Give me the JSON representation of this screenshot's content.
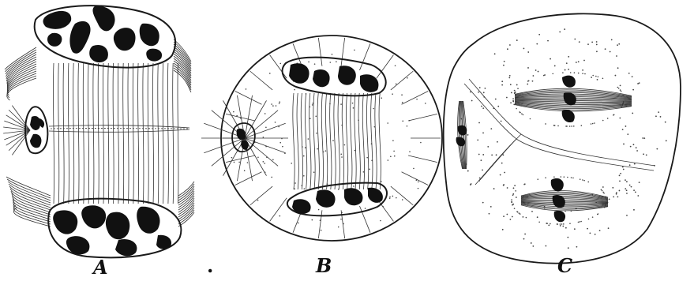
{
  "figure": {
    "panels": [
      {
        "id": "A",
        "label": "A"
      },
      {
        "id": "B",
        "label": "B"
      },
      {
        "id": "C",
        "label": "C"
      }
    ],
    "stray_mark": "."
  }
}
